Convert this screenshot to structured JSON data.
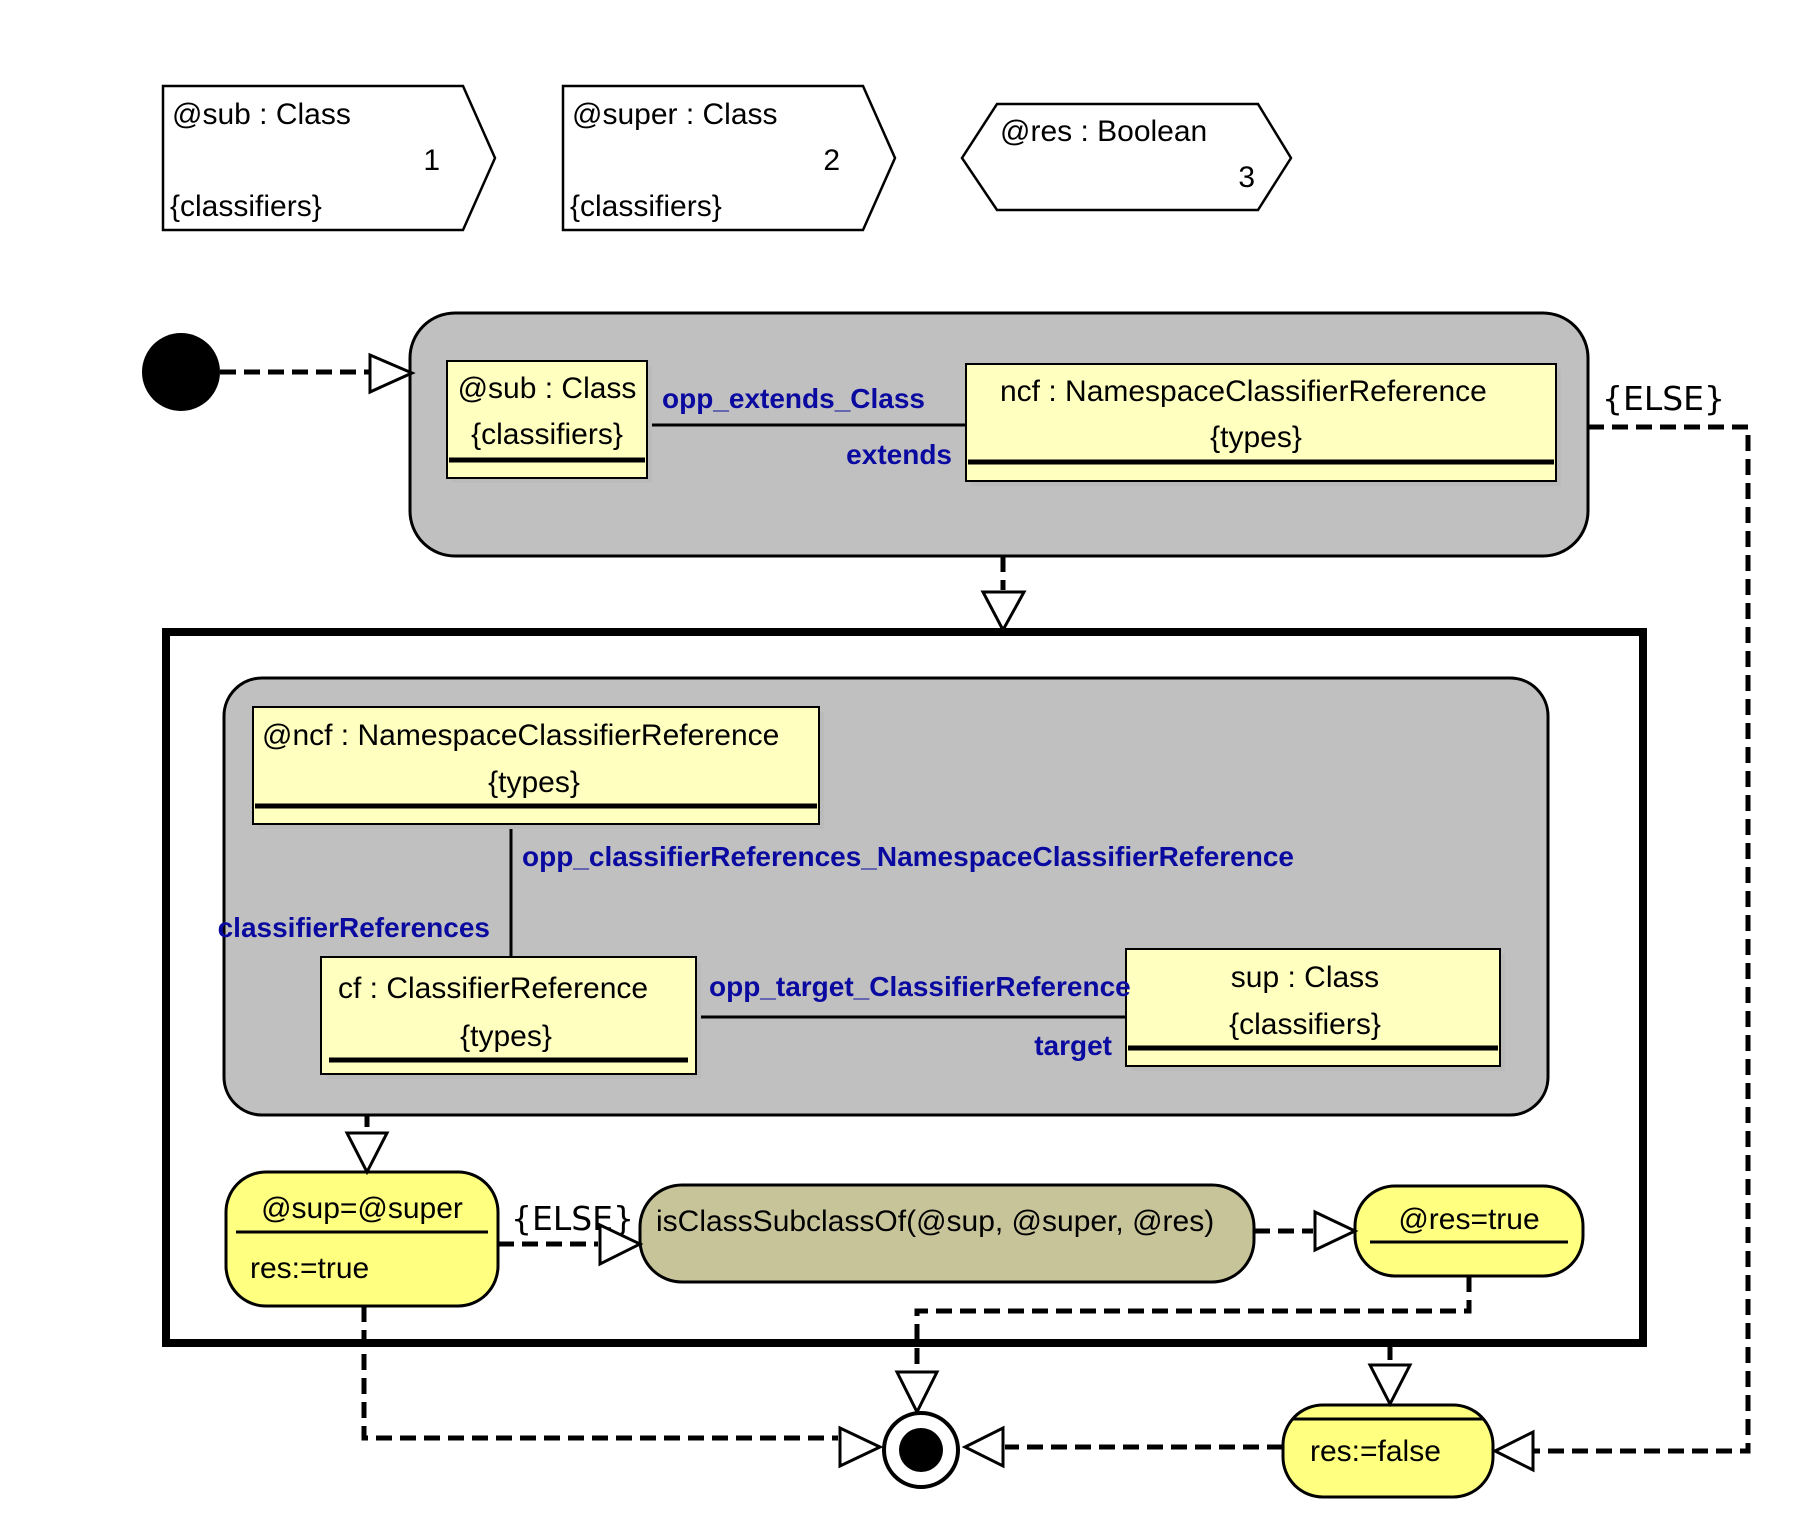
{
  "parameters": [
    {
      "label": "@sub : Class",
      "position": "1",
      "type": "{classifiers}"
    },
    {
      "label": "@super : Class",
      "position": "2",
      "type": "{classifiers}"
    },
    {
      "label": "@res : Boolean",
      "position": "3"
    }
  ],
  "story1": {
    "sub_object": {
      "label": "@sub : Class",
      "type": "{classifiers}"
    },
    "ncf_object": {
      "label": "ncf : NamespaceClassifierReference",
      "type": "{types}"
    },
    "link": {
      "source_role": "opp_extends_Class",
      "target_role": "extends"
    }
  },
  "else_guard_outer": "{ELSE}",
  "story2": {
    "ncf_object": {
      "label": "@ncf : NamespaceClassifierReference",
      "type": "{types}"
    },
    "cf_object": {
      "label": "cf : ClassifierReference",
      "type": "{types}"
    },
    "sup_object": {
      "label": "sup : Class",
      "type": "{classifiers}"
    },
    "link1": {
      "source_role": "opp_classifierReferences_NamespaceClassifierReference",
      "target_role": "classifierReferences"
    },
    "link2": {
      "source_role": "opp_target_ClassifierReference",
      "target_role": "target"
    }
  },
  "statement_sup": {
    "condition": "@sup=@super",
    "action": "res:=true"
  },
  "else_guard_inner": "{ELSE}",
  "call_activity": "isClassSubclassOf(@sup, @super, @res)",
  "statement_res_true": "@res=true",
  "statement_res_false": "res:=false"
}
